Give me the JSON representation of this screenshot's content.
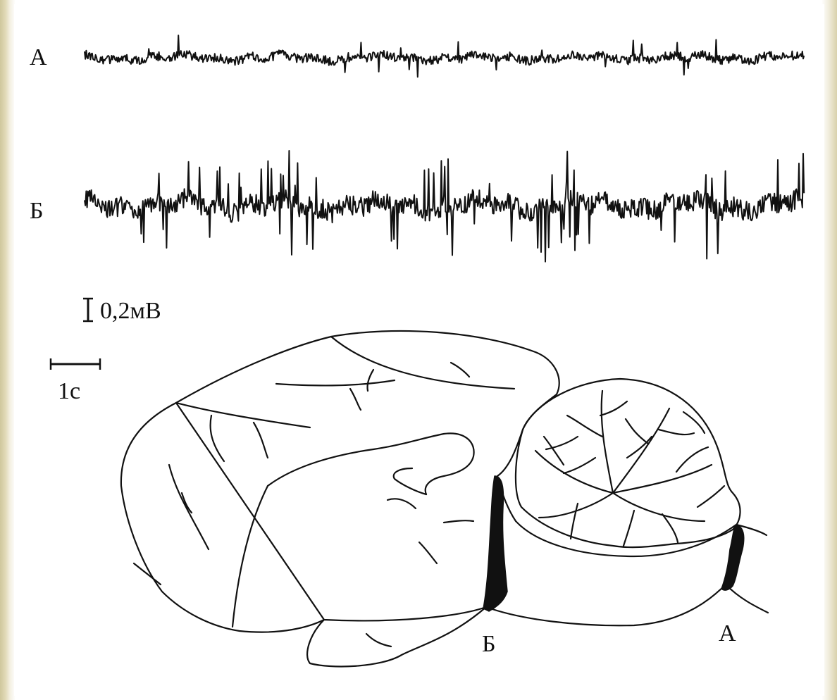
{
  "traces": {
    "a": {
      "label": "А"
    },
    "b": {
      "label": "Б"
    }
  },
  "scale": {
    "voltage": "0,2мВ",
    "time": "1с"
  },
  "brain": {
    "marker_b": "Б",
    "marker_a": "А"
  }
}
